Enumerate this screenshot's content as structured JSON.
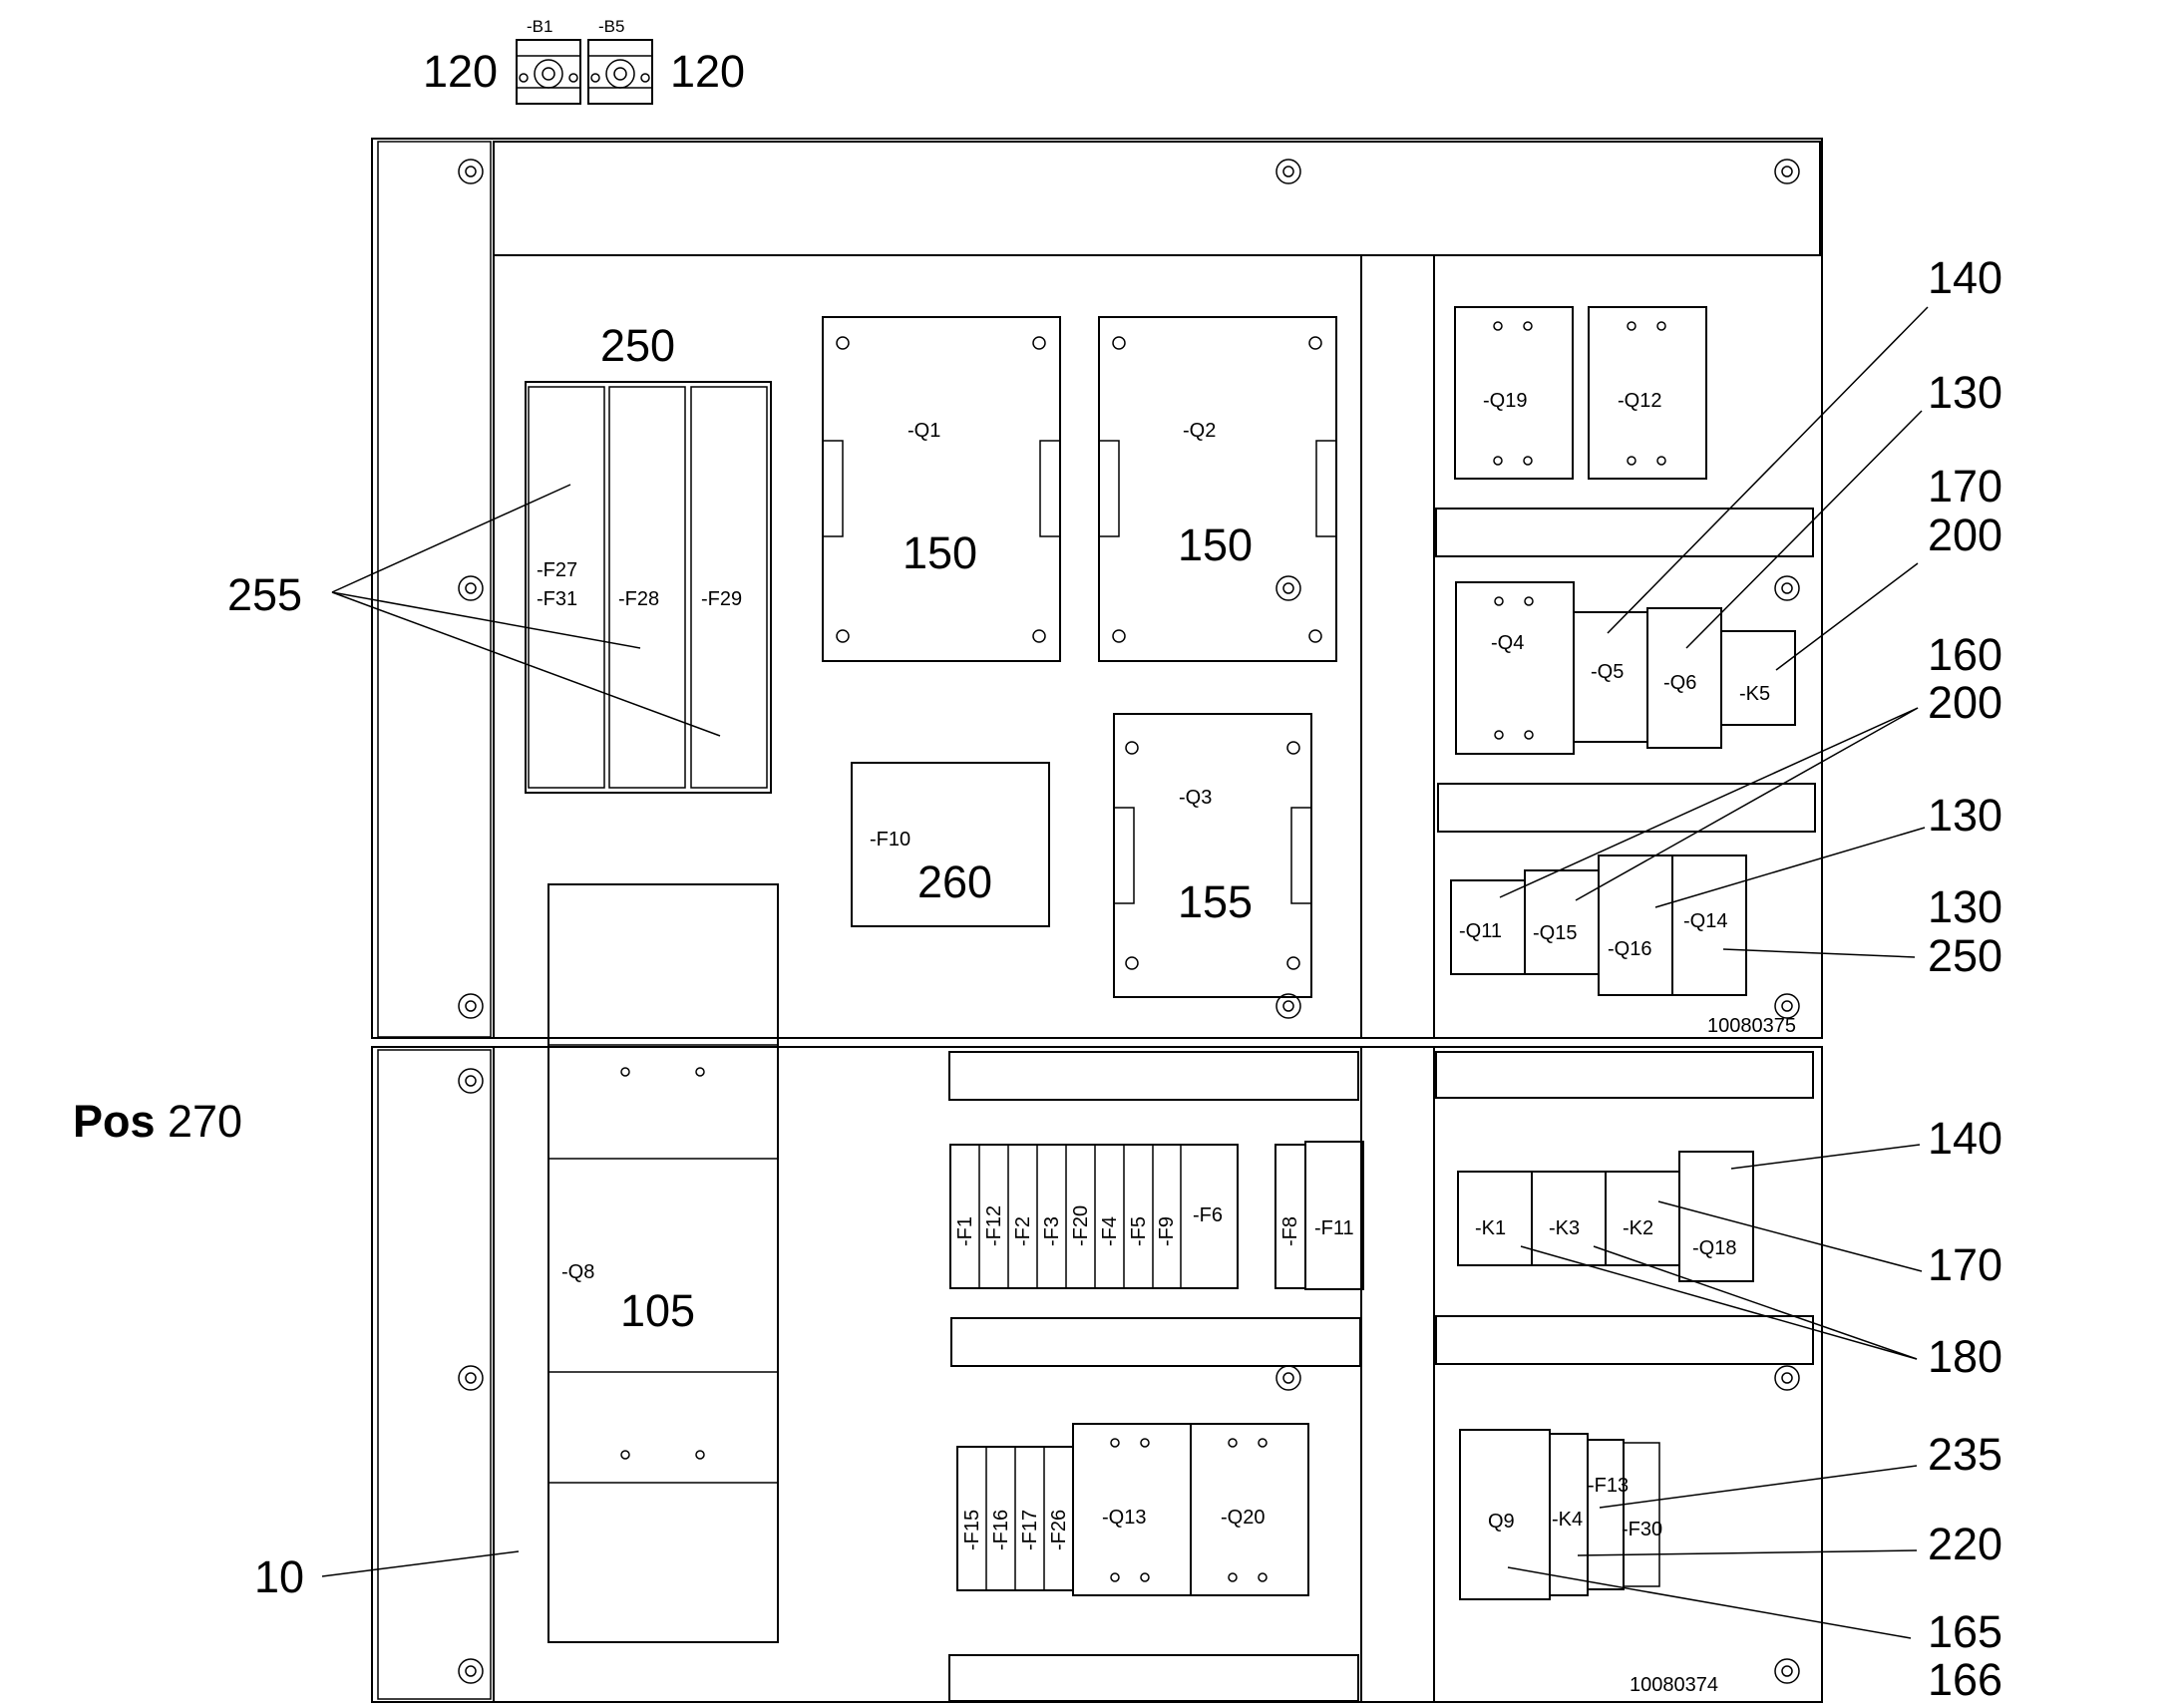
{
  "top_sensors": {
    "left_number": "120",
    "right_number": "120",
    "b1_label": "-B1",
    "b5_label": "-B5"
  },
  "pos_label": {
    "word": "Pos",
    "number": "270"
  },
  "drawing_numbers": {
    "upper": "10080375",
    "lower": "10080374"
  },
  "components": {
    "q1": "-Q1",
    "q2": "-Q2",
    "q3": "-Q3",
    "q4": "-Q4",
    "q5": "-Q5",
    "q6": "-Q6",
    "q8": "-Q8",
    "q9": "Q9",
    "q11": "-Q11",
    "q12": "-Q12",
    "q13": "-Q13",
    "q14": "-Q14",
    "q15": "-Q15",
    "q16": "-Q16",
    "q18": "-Q18",
    "q19": "-Q19",
    "q20": "-Q20",
    "k1": "-K1",
    "k2": "-K2",
    "k3": "-K3",
    "k4": "-K4",
    "k5": "-K5",
    "f1": "-F1",
    "f2": "-F2",
    "f3": "-F3",
    "f4": "-F4",
    "f5": "-F5",
    "f6": "-F6",
    "f8": "-F8",
    "f9": "-F9",
    "f10": "-F10",
    "f11": "-F11",
    "f12": "-F12",
    "f13": "-F13",
    "f15": "-F15",
    "f16": "-F16",
    "f17": "-F17",
    "f20": "-F20",
    "f26": "-F26",
    "f27": "-F27",
    "f28": "-F28",
    "f29": "-F29",
    "f30": "-F30",
    "f31": "-F31"
  },
  "inner_numbers": {
    "q1_pos": "150",
    "q2_pos": "150",
    "q3_pos": "155",
    "f10_pos": "260",
    "q8_pos": "105",
    "fuse_group_pos": "250"
  },
  "callouts": {
    "c255": "255",
    "c10": "10",
    "c140a": "140",
    "c130a": "130",
    "c170a": "170",
    "c200a": "200",
    "c160": "160",
    "c200b": "200",
    "c130b": "130",
    "c130c": "130",
    "c250": "250",
    "c140b": "140",
    "c170b": "170",
    "c180": "180",
    "c235": "235",
    "c220": "220",
    "c165": "165",
    "c166": "166"
  }
}
